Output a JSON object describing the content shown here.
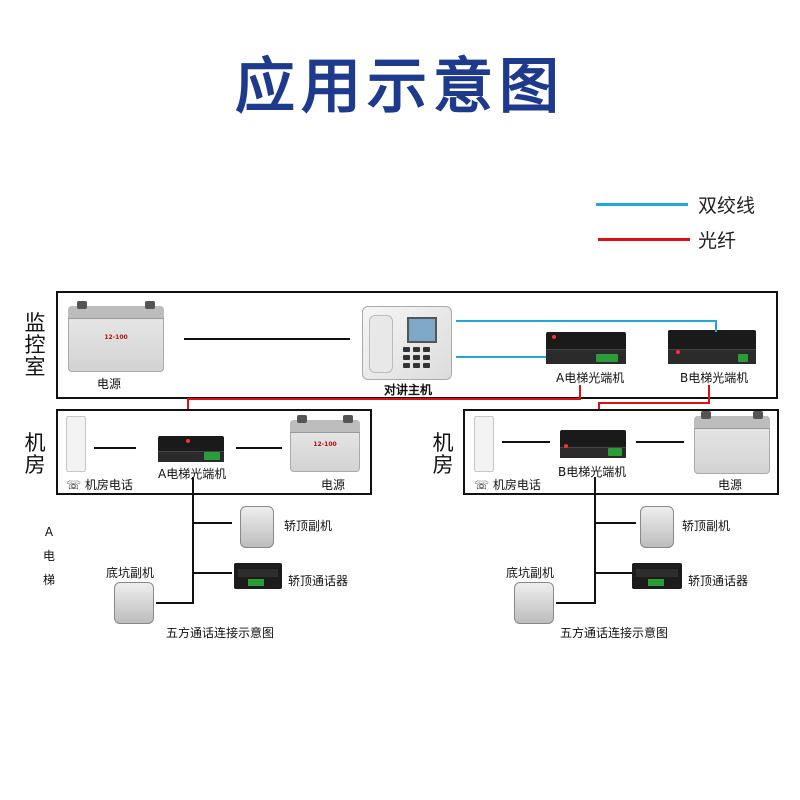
{
  "title": "应用示意图",
  "legend": {
    "twisted_pair": {
      "label": "双绞线",
      "color": "#1fa8d8"
    },
    "fiber": {
      "label": "光纤",
      "color": "#e01010"
    }
  },
  "monitor_room": {
    "label": "监控室",
    "power_label": "电源",
    "intercom_label": "对讲主机",
    "optic_a_label": "A电梯光端机",
    "optic_b_label": "B电梯光端机",
    "battery_text": "12-100"
  },
  "machine_room_a": {
    "label": "机房",
    "phone_label": "机房电话",
    "optic_label": "A电梯光端机",
    "power_label": "电源",
    "battery_text": "12-100"
  },
  "machine_room_b": {
    "label": "机房",
    "phone_label": "机房电话",
    "optic_label": "B电梯光端机",
    "power_label": "电源"
  },
  "elevator_a": {
    "label_chars": [
      "A",
      "电",
      "梯"
    ],
    "car_top_sub": "轿顶副机",
    "car_top_talker": "轿顶通话器",
    "pit_sub": "底坑副机",
    "caption": "五方通话连接示意图"
  },
  "elevator_b": {
    "car_top_sub": "轿顶副机",
    "car_top_talker": "轿顶通话器",
    "pit_sub": "底坑副机",
    "caption": "五方通话连接示意图"
  }
}
